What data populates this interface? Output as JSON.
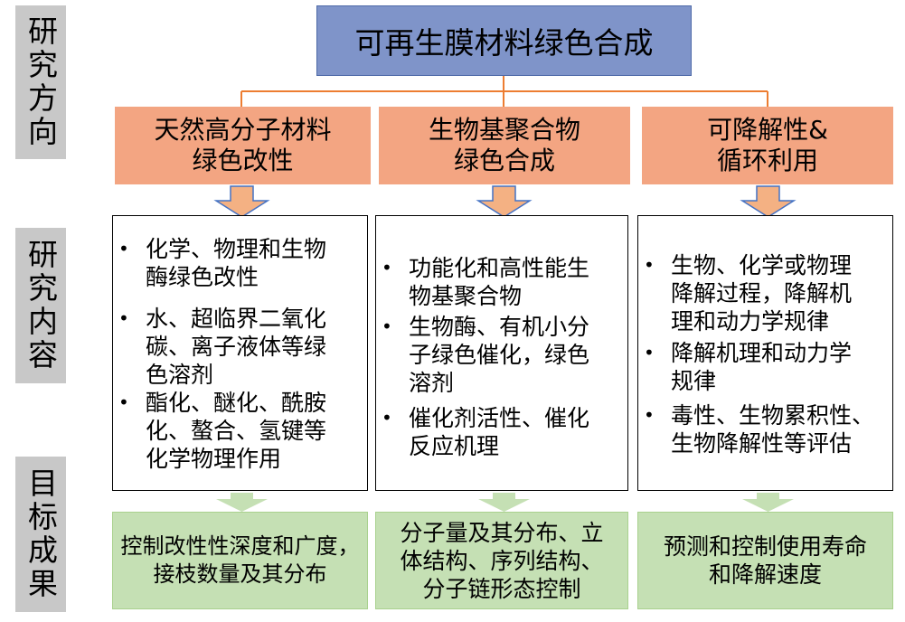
{
  "side_labels": {
    "research_direction": "研究方向",
    "research_content": "研究内容",
    "target_results": "目标成果"
  },
  "title": "可再生膜材料绿色合成",
  "categories": [
    {
      "line1": "天然高分子材料",
      "line2": "绿色改性"
    },
    {
      "line1": "生物基聚合物",
      "line2": "绿色合成"
    },
    {
      "line1": "可降解性&",
      "line2": "循环利用"
    }
  ],
  "contents": [
    [
      [
        "化学、物理和生物",
        "酶绿色改性"
      ],
      [
        "水、超临界二氧化",
        "碳、离子液体等绿",
        "色溶剂"
      ],
      [
        "酯化、醚化、酰胺",
        "化、螯合、氢键等",
        "化学物理作用"
      ]
    ],
    [
      [
        "功能化和高性能生",
        "物基聚合物"
      ],
      [
        "生物酶、有机小分",
        "子绿色催化，绿色",
        "溶剂"
      ],
      [
        "催化剂活性、催化",
        "反应机理"
      ]
    ],
    [
      [
        "生物、化学或物理",
        "降解过程，降解机",
        "理和动力学规律"
      ],
      [
        "降解机理和动力学",
        "规律"
      ],
      [
        "毒性、生物累积性、",
        "生物降解性等评估"
      ]
    ]
  ],
  "bullet_char": "•",
  "results": [
    [
      "控制改性性深度和广度，",
      "接枝数量及其分布"
    ],
    [
      "分子量及其分布、立",
      "体结构、序列结构、",
      "分子链形态控制"
    ],
    [
      "预测和控制使用寿命",
      "和降解速度"
    ]
  ],
  "colors": {
    "title_fill": "#7f94c9",
    "category_fill": "#f3a582",
    "arrow_orange": "#f4b183",
    "arrow_orange_border": "#4472c4",
    "arrow_green": "#c5e0b4",
    "result_fill": "#c5e0b4",
    "connector": "#ed7d31",
    "side_label_fill": "#c8c8c8"
  }
}
